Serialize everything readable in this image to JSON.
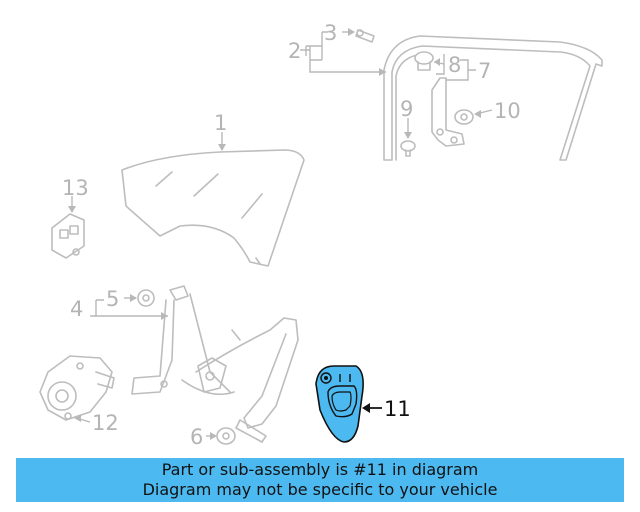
{
  "callouts": {
    "c1": "1",
    "c2": "2",
    "c3": "3",
    "c4": "4",
    "c5": "5",
    "c6": "6",
    "c7": "7",
    "c8": "8",
    "c9": "9",
    "c10": "10",
    "c11": "11",
    "c12": "12",
    "c13": "13"
  },
  "highlight": {
    "part": "11",
    "color": "#4cb9f0"
  },
  "colors": {
    "linework": "#bdbdbd",
    "banner": "#4cb9f0"
  },
  "banner": {
    "line1": "Part or sub-assembly is #11 in diagram",
    "line2": "Diagram may not be specific to your vehicle"
  }
}
